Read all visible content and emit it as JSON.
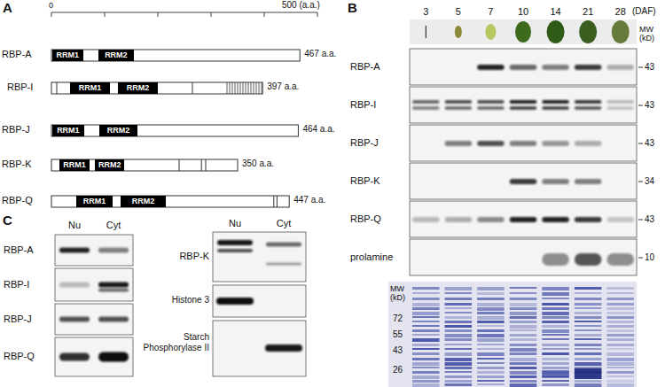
{
  "diagram": {
    "nodes": [
      {
        "text": [
          "RRM1"
        ]
      },
      {
        "text": [
          "RRM2"
        ]
      },
      {
        "text": [
          "RRM1"
        ]
      },
      {
        "text": [
          "RRM2"
        ]
      },
      {
        "text": [
          "RRM1"
        ]
      },
      {
        "text": [
          "RRM2"
        ]
      },
      {
        "text": [
          "RRM1"
        ]
      },
      {
        "text": [
          "RRM2"
        ]
      },
      {
        "text": [
          "RRM1"
        ]
      },
      {
        "text": [
          "RRM2"
        ]
      }
    ],
    "labels": [
      "A",
      "0",
      "500 (a.a.)",
      "RBP-A",
      "467 a.a.",
      "RBP-I",
      "397 a.a.",
      "RBP-J",
      "464 a.a.",
      "RBP-K",
      "350 a.a.",
      "RBP-Q",
      "447 a.a.",
      "B",
      "3",
      "5",
      "7",
      "10",
      "14",
      "21",
      "28",
      "(DAF)",
      "MW (kD)",
      "RBP-A",
      "43",
      "RBP-I",
      "43",
      "RBP-J",
      "43",
      "RBP-K",
      "34",
      "RBP-Q",
      "43",
      "prolamine",
      "10",
      "MW (kD)",
      "72",
      "55",
      "43",
      "26",
      "C",
      "Nu",
      "Cyt",
      "RBP-A",
      "RBP-I",
      "RBP-J",
      "RBP-Q",
      "Nu",
      "Cyt",
      "RBP-K",
      "Histone 3",
      "Starch Phosphorylase II"
    ]
  }
}
